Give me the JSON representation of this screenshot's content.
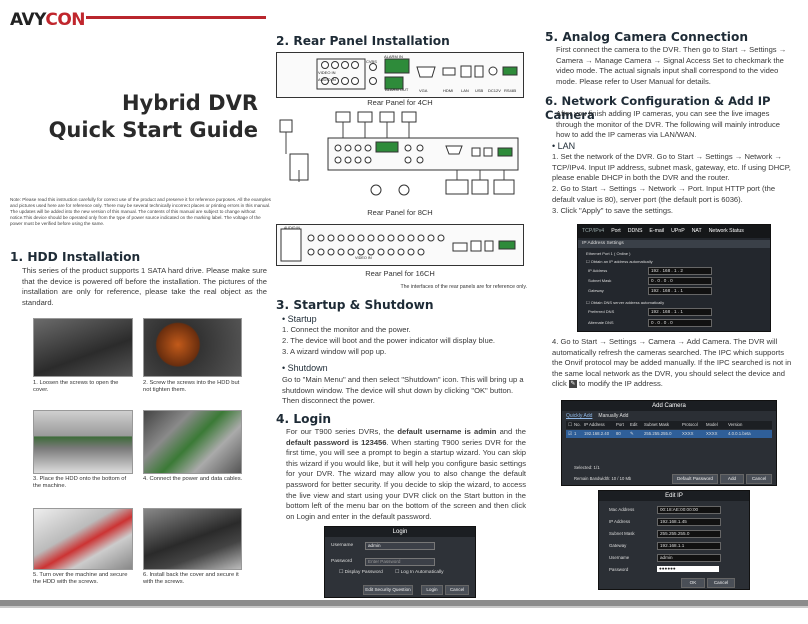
{
  "brand": {
    "logo_left": "AVY",
    "logo_right": "CON"
  },
  "title": {
    "line1": "Hybrid DVR",
    "line2": "Quick Start Guide"
  },
  "note": "Note: Please read this instruction carefully for correct use of the product and preserve it for reference purposes. All the examples and pictures used here are for reference only. There may be several technically incorrect places or printing errors in this manual. The updates will be added into the new version of this manual. The contents of this manual are subject to change without notice.This device should be operated only from the type of power source indicated on the marking label. The voltage of the power must be verified before using the same.",
  "hdd": {
    "heading": "1. HDD Installation",
    "text": "This series of the product supports 1 SATA hard drive. Please make sure that the device is powered off before the installation. The pictures of the installation are only for reference, please take the real object as the standard.",
    "steps": [
      "1. Loosen the screws to open the cover.",
      "2. Screw the screws into the HDD but not tighten them.",
      "3. Place the HDD onto the bottom of the machine.",
      "4. Connect the power and data cables.",
      "5. Turn over the machine and secure the HDD with the screws.",
      "6. Install back the cover and secure it with the screws."
    ]
  },
  "rear": {
    "heading": "2. Rear Panel Installation",
    "captions": [
      "Rear Panel for 4CH",
      "Rear Panel for 8CH",
      "Rear Panel for 16CH"
    ],
    "footnote": "The interfaces of the rear panels are for reference only.",
    "panel4_labels": {
      "video_in": "VIDEO IN",
      "audio_in": "AUDIO IN",
      "cvbs": "CVBS",
      "audio_out": "AUDIO OUT",
      "alarm_in": "ALARM IN",
      "alarm_out": "ALARM OUT",
      "vga": "VGA",
      "hdmi": "HDMI",
      "lan": "LAN",
      "usb": "USB",
      "dc": "DC12V",
      "rs485": "RS485"
    },
    "panel16_labels": {
      "audio": "AUDIO IN",
      "video_in": "VIDEO IN"
    }
  },
  "startup": {
    "heading": "3. Startup & Shutdown",
    "startup_title": "Startup",
    "startup_steps": [
      "1. Connect the monitor and the power.",
      "2. The device will boot and the power indicator will display blue.",
      "3. A wizard window will pop up."
    ],
    "shutdown_title": "Shutdown",
    "shutdown_text": "Go to \"Main Menu\" and then select \"Shutdown\" icon. This will bring up a shutdown window. The device will shut down by clicking \"OK\" button. Then disconnect the power."
  },
  "login": {
    "heading": "4. Login",
    "text_a": "For our T900 series DVRs, the ",
    "text_b": "default username is admin",
    "text_c": " and the ",
    "text_d": "default password is 123456",
    "text_e": ". When starting T900 series DVR for the first time, you will see a prompt to begin a startup wizard. You can skip this wizard if you would like, but it will help you configure basic settings for your DVR. The wizard may allow you to also change the default password for better security. If you decide to skip the wizard, to access the live view and start using your DVR click on the Start button in the bottom left of the menu bar on the bottom of the screen and then click on Login and enter in the default password.",
    "dialog": {
      "title": "Login",
      "username_label": "Username",
      "username_value": "admin",
      "password_label": "Password",
      "password_placeholder": "Enter Password",
      "display_password": "Display Password",
      "login_auto": "Log In Automatically",
      "edit_security": "Edit Security Question",
      "login_btn": "Login",
      "cancel_btn": "Cancel"
    }
  },
  "analog": {
    "heading": "5. Analog Camera Connection",
    "text": "First connect the camera to the DVR. Then go to Start → Settings → Camera → Manage Camera → Signal Access Set to checkmark the video mode. The actual signals input shall correspond to the video mode. Please refer to User Manual for details."
  },
  "network": {
    "heading": "6. Network Configuration & Add IP Camera",
    "intro": "After you finish adding IP cameras, you can see the live images through the monitor of the DVR. The following will mainly introduce how to add the IP cameras via LAN/WAN.",
    "lan_title": "LAN",
    "lan_steps": [
      "1. Set the network of the DVR. Go to Start → Settings → Network → TCP/IPv4. Input IP address, subnet mask, gateway, etc. If using DHCP, please enable DHCP in both the DVR and the router.",
      "2. Go to Start → Settings → Network → Port. Input HTTP port (the default value is 80), server port (the default port is 6036).",
      "3. Click \"Apply\" to save the settings."
    ],
    "step4a": "4. Go to Start → Settings → Camera → Add Camera. The DVR will automatically refresh the cameras searched. The IPC which supports the Onvif protocol may be added manually. If the IPC searched is not in the same local network as the DVR, you should select the device and click",
    "step4b": "to modify the IP address.",
    "tcp_panel": {
      "tabs": [
        "TCP/IPv4",
        "Port",
        "DDNS",
        "E-mail",
        "UPnP",
        "NAT",
        "Network Status"
      ],
      "section": "IP Address Settings",
      "eth": "Ethernet Port 1 ( Online )",
      "obtain": "Obtain an IP address automatically",
      "rows": [
        {
          "label": "IP Address",
          "value": "192 . 168 . 1 . 2"
        },
        {
          "label": "Subnet Mask",
          "value": "0 . 0 . 0 . 0"
        },
        {
          "label": "Gateway",
          "value": "192 . 168 . 1 . 1"
        }
      ],
      "dns_auto": "Obtain DNS server address automatically",
      "dns_rows": [
        {
          "label": "Preferred DNS",
          "value": "192 . 168 . 1 . 1"
        },
        {
          "label": "Alternate DNS",
          "value": "0 . 0 . 0 . 0"
        }
      ]
    },
    "add_camera": {
      "title": "Add Camera",
      "tabs": [
        "Quickly Add",
        "Manually Add"
      ],
      "columns": [
        "No.",
        "IP Address",
        "Port",
        "Edit",
        "Subnet Mask",
        "Protocol",
        "Model",
        "Version"
      ],
      "row": [
        "1",
        "192.168.2.40",
        "80",
        "",
        "255.255.255.0",
        "XXXX",
        "XXXX",
        "4.0.0.1.beta"
      ],
      "selected": "Selected: 1/1",
      "bandwidth": "Remain Bandwidth: 10 / 10 Mb",
      "buttons": [
        "Default Password",
        "Add",
        "Cancel"
      ]
    },
    "edit_ip": {
      "title": "Edit IP",
      "rows": [
        {
          "label": "Mac Address",
          "value": "00:18:AE:00:00:00"
        },
        {
          "label": "IP Address",
          "value": "192.168.1.45"
        },
        {
          "label": "Subnet Mask",
          "value": "255.255.255.0"
        },
        {
          "label": "Gateway",
          "value": "192.168.1.1"
        },
        {
          "label": "Username",
          "value": "admin"
        },
        {
          "label": "Password",
          "value": "●●●●●●"
        }
      ],
      "buttons": [
        "OK",
        "Cancel"
      ]
    }
  },
  "colors": {
    "accent": "#c0262d",
    "heading": "#1e2b36",
    "divider": "#8c8c8c"
  }
}
